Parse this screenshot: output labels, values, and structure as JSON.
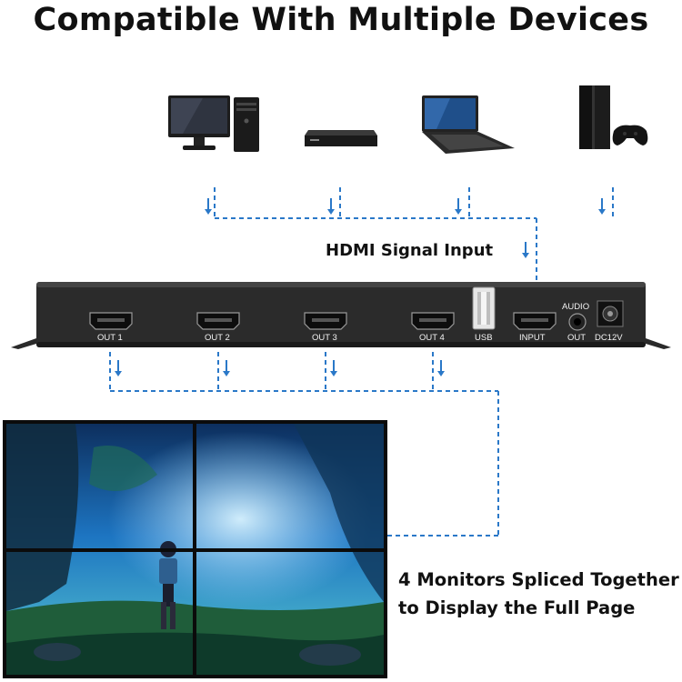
{
  "title": "Compatible With Multiple Devices",
  "devices": [
    {
      "name": "desktop computer",
      "icon": "desktop-computer-icon"
    },
    {
      "name": "blu-ray player",
      "icon": "media-player-icon"
    },
    {
      "name": "laptop",
      "icon": "laptop-icon"
    },
    {
      "name": "game console",
      "icon": "game-console-icon"
    }
  ],
  "signal_label": "HDMI Signal Input",
  "splitter": {
    "outputs": [
      "OUT 1",
      "OUT 2",
      "OUT 3",
      "OUT 4"
    ],
    "usb": "USB",
    "input": "INPUT",
    "audio_top": "AUDIO",
    "audio_bottom": "OUT",
    "power": "DC12V"
  },
  "caption": {
    "line1": "4 Monitors Spliced Together",
    "line2": "to Display the Full Page"
  },
  "colors": {
    "dash": "#2a78c8",
    "panel": "#2b2b2b",
    "bezel": "#151515"
  }
}
